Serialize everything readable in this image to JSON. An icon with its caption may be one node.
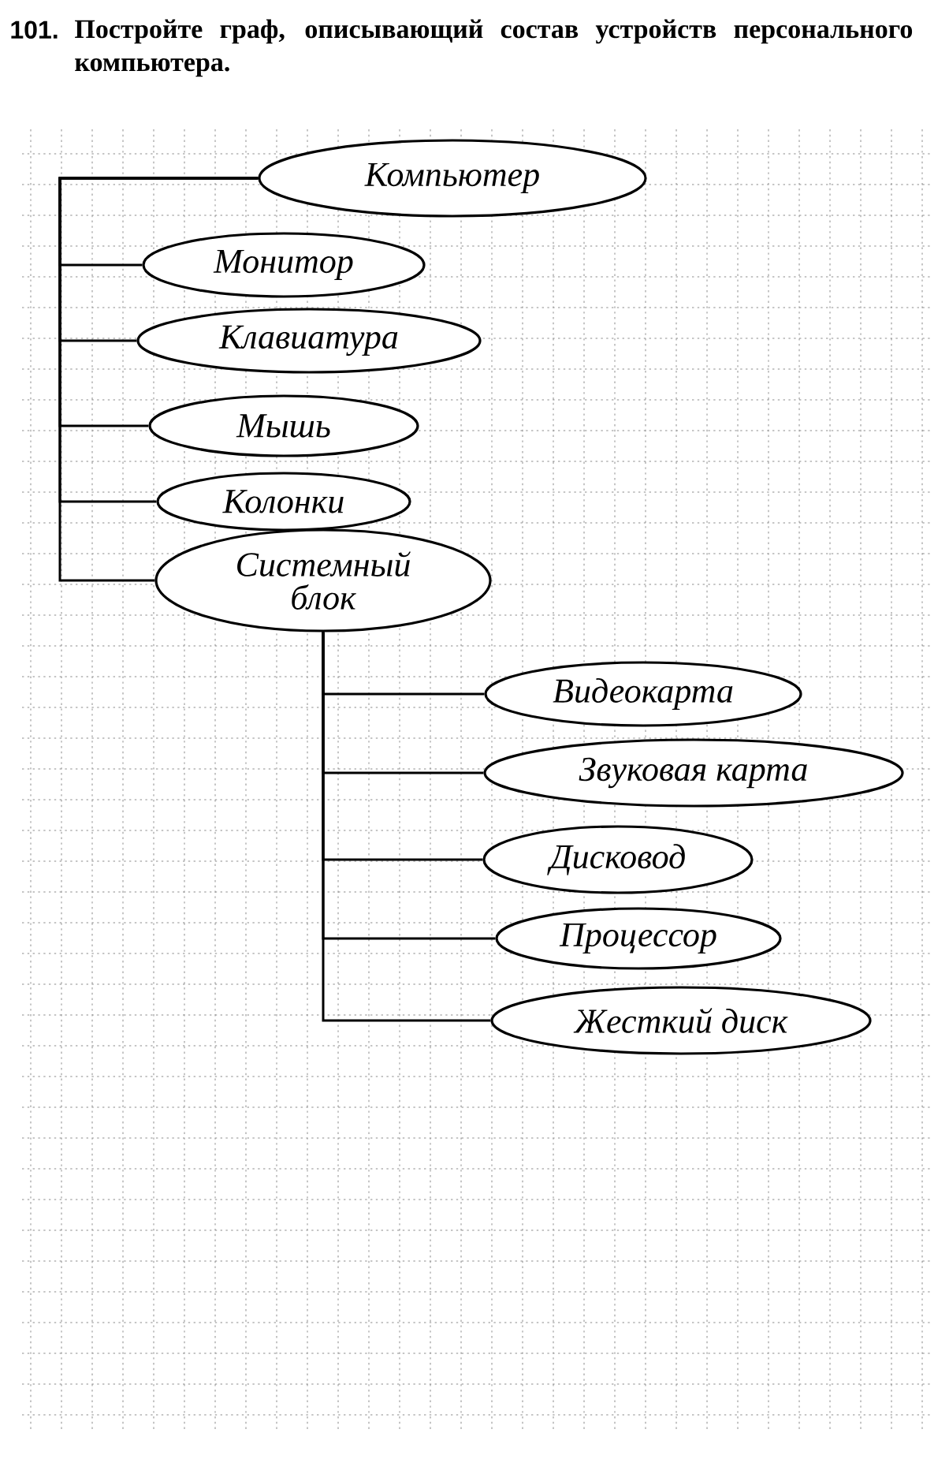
{
  "diagram": {
    "title": "Постройте граф, описывающий состав устройств персонального компьютера.",
    "nodes": [
      {
        "text": [
          "Компьютер"
        ]
      },
      {
        "text": [
          "Монитор"
        ]
      },
      {
        "text": [
          "Клавиатура"
        ]
      },
      {
        "text": [
          "Мышь"
        ]
      },
      {
        "text": [
          "Колонки"
        ]
      },
      {
        "text": [
          "Системный блок"
        ]
      },
      {
        "text": [
          "Видеокарта"
        ]
      },
      {
        "text": [
          "Звуковая карта"
        ]
      },
      {
        "text": [
          "Дисковод"
        ]
      },
      {
        "text": [
          "Процессор"
        ]
      },
      {
        "text": [
          "Жесткий диск"
        ]
      }
    ],
    "edges": [
      {
        "from": 0,
        "to": 1,
        "arrow": "none"
      },
      {
        "from": 0,
        "to": 2,
        "arrow": "none"
      },
      {
        "from": 0,
        "to": 3,
        "arrow": "none"
      },
      {
        "from": 0,
        "to": 4,
        "arrow": "none"
      },
      {
        "from": 0,
        "to": 5,
        "arrow": "none"
      },
      {
        "from": 5,
        "to": 6,
        "arrow": "none"
      },
      {
        "from": 5,
        "to": 7,
        "arrow": "none"
      },
      {
        "from": 5,
        "to": 8,
        "arrow": "none"
      },
      {
        "from": 5,
        "to": 9,
        "arrow": "none"
      },
      {
        "from": 5,
        "to": 10,
        "arrow": "none"
      }
    ],
    "labels": [
      "101."
    ]
  }
}
